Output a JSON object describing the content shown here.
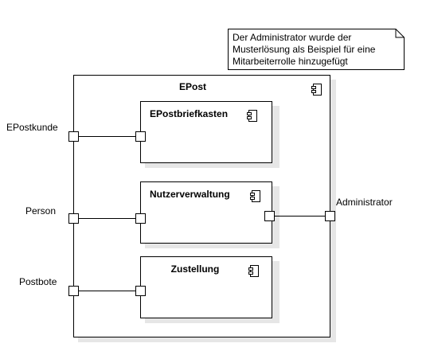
{
  "note": {
    "lines": [
      "Der Administrator wurde der",
      "Musterlösung als Beispiel für eine",
      "Mitarbeiterrolle hinzugefügt"
    ]
  },
  "components": {
    "main": {
      "name": "EPost",
      "icon": "component-icon"
    },
    "children": [
      {
        "name": "EPostbriefkasten",
        "icon": "component-icon"
      },
      {
        "name": "Nutzerverwaltung",
        "icon": "component-icon"
      },
      {
        "name": "Zustellung",
        "icon": "component-icon"
      }
    ]
  },
  "ports": {
    "epostkunde": "EPostkunde",
    "person": "Person",
    "postbote": "Postbote",
    "administrator": "Administrator"
  },
  "colors": {
    "line": "#000000",
    "shadow": "#e6e6e6",
    "fill": "#ffffff"
  }
}
